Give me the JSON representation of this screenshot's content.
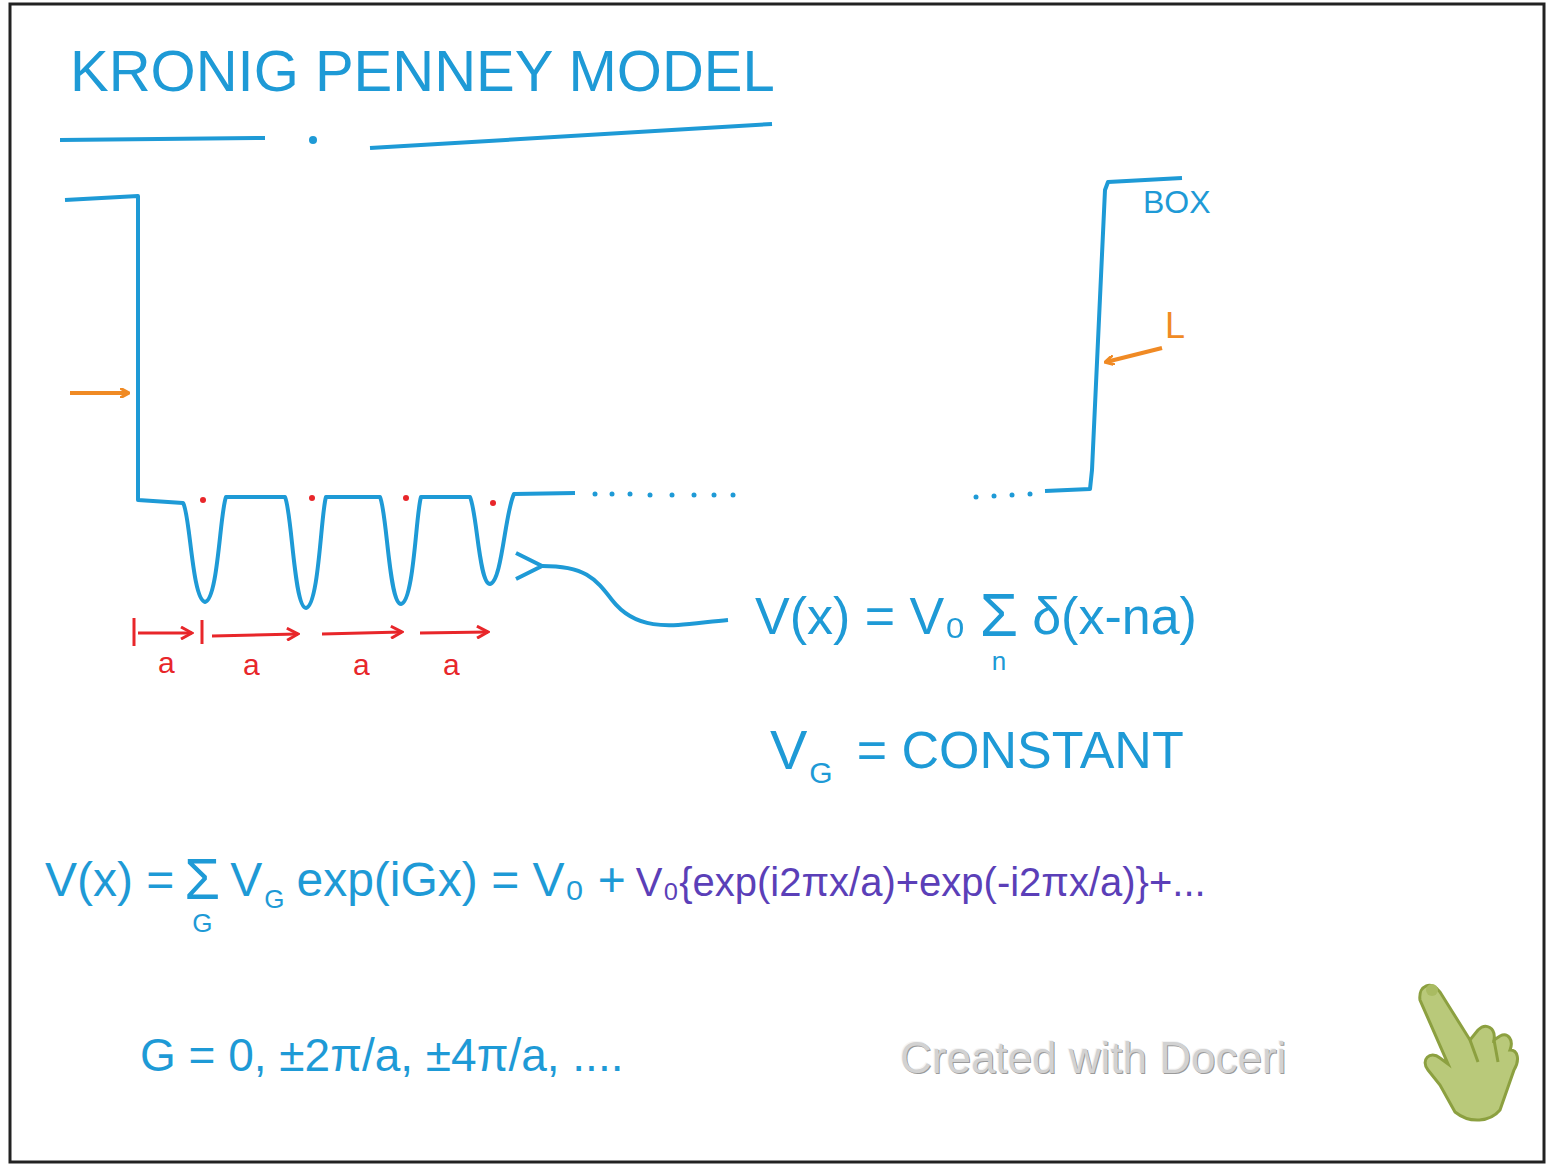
{
  "diagram": {
    "title": "KRONIG PENNEY MODEL",
    "labels": [
      "BOX",
      "L",
      "a",
      "a",
      "a",
      "a",
      "V(x) = V₀",
      "Σ",
      "n",
      "δ(x-na)",
      "V",
      "G",
      "= CONSTANT",
      "V(x) =",
      "Σ",
      "G",
      "V",
      "G",
      "exp(iGx) = V₀ +",
      "V₀{exp(i2πx/a)+exp(-i2πx/a)}+...",
      "G = 0, ±2π/a, ±4π/a, ....",
      "Created with Doceri"
    ]
  }
}
